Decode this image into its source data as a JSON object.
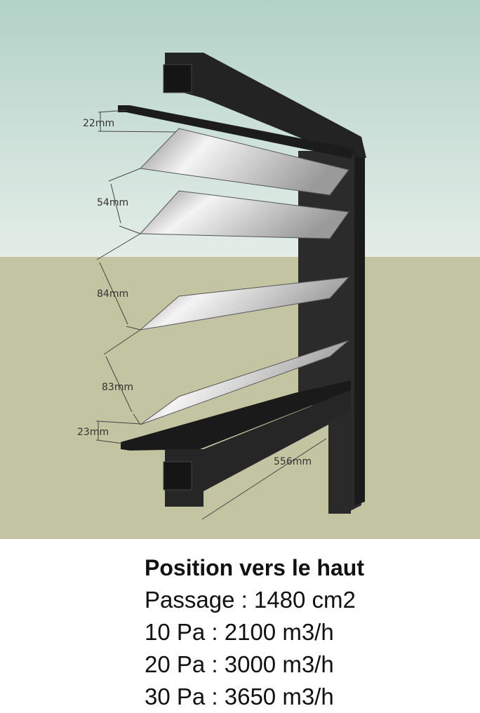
{
  "dimensions": {
    "top_gap": "22mm",
    "blade_gap_1": "54mm",
    "blade_gap_2": "84mm",
    "blade_gap_3": "83mm",
    "bottom_gap": "23mm",
    "depth": "556mm"
  },
  "caption": {
    "title": "Position vers le haut",
    "lines": [
      "Passage : 1480 cm2",
      "10 Pa : 2100 m3/h",
      "20 Pa : 3000 m3/h",
      "30 Pa : 3650 m3/h"
    ]
  },
  "colors": {
    "sky": "#b5d4ca",
    "ground": "#c3c4a1",
    "frame": "#262626"
  }
}
